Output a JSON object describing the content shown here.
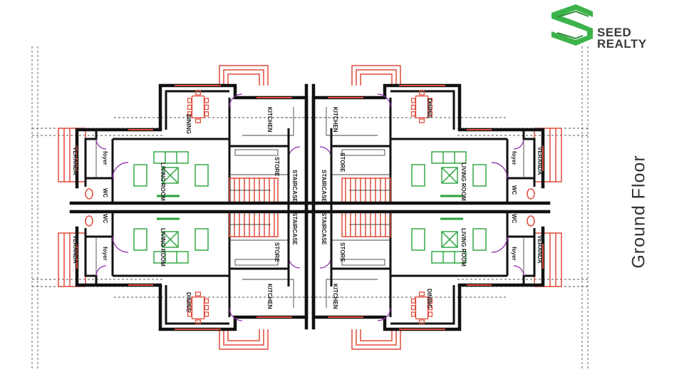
{
  "brand": {
    "line1": "SEED",
    "line2": "REALTY",
    "logo_color": "#3cb34a"
  },
  "title": "Ground Floor",
  "rooms": {
    "dining": "DINING",
    "kitchen": "KITCHEN",
    "living": "LIVING ROOM",
    "veranda": "VERANDA",
    "foyer": "foyer",
    "wc": "WC",
    "store": "STORE",
    "stairs": "STAIRCASE"
  },
  "colors": {
    "walls": "#111111",
    "fixtures": "#e04a3a",
    "furniture": "#27a23a",
    "doors": "#8a2aa8"
  }
}
